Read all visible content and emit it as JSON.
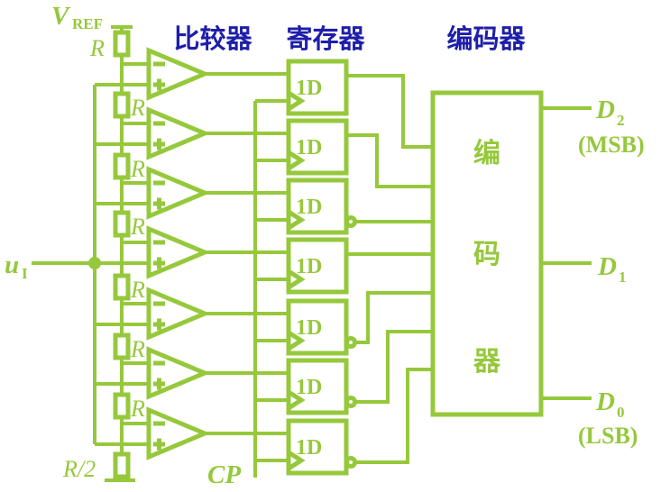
{
  "colors": {
    "green": "#96C83C",
    "blue": "#1E1EAA",
    "background": "#FFFFFF"
  },
  "titles": {
    "comparator": "比较器",
    "register": "寄存器",
    "encoder": "编码器"
  },
  "reference": {
    "vref_main": "V",
    "vref_sub": "REF"
  },
  "resistors": {
    "labels": [
      "R",
      "R",
      "R",
      "R",
      "R",
      "R",
      "R"
    ],
    "bottom": "R/2"
  },
  "input": {
    "main": "u",
    "sub": "I"
  },
  "clock": {
    "label": "CP"
  },
  "comparator_symbols": {
    "inverting": "−",
    "noninverting": "+"
  },
  "flipflops": {
    "labels": [
      "1D",
      "1D",
      "1D",
      "1D",
      "1D",
      "1D",
      "1D"
    ]
  },
  "encoder": {
    "chars": [
      "编",
      "码",
      "器"
    ]
  },
  "outputs": {
    "d2": {
      "main": "D",
      "sub": "2",
      "tag": "(MSB)"
    },
    "d1": {
      "main": "D",
      "sub": "1"
    },
    "d0": {
      "main": "D",
      "sub": "0",
      "tag": "(LSB)"
    }
  }
}
